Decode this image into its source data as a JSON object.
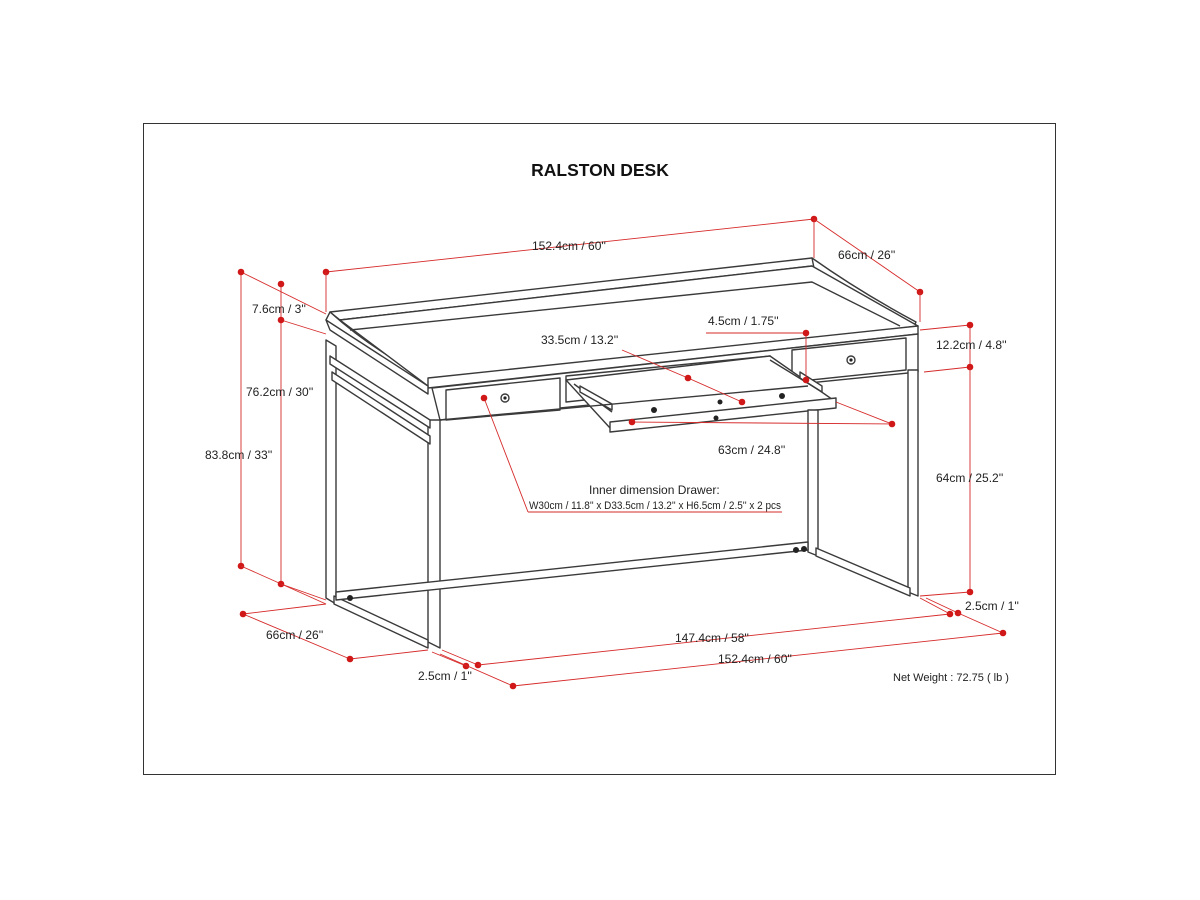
{
  "title": "RALSTON DESK",
  "dimensions": {
    "top_width": "152.4cm / 60''",
    "top_depth": "66cm / 26''",
    "gallery_height": "7.6cm / 3''",
    "drawer_slide_depth": "33.5cm / 13.2''",
    "keyboard_tray_height": "4.5cm / 1.75''",
    "apron_height": "12.2cm / 4.8''",
    "desk_height": "76.2cm / 30''",
    "overall_height": "83.8cm / 33''",
    "tray_width": "63cm / 24.8''",
    "leg_clearance": "64cm / 25.2''",
    "leg_width_right": "2.5cm / 1''",
    "base_depth": "66cm / 26''",
    "inner_width": "147.4cm / 58''",
    "base_width": "152.4cm / 60''",
    "leg_width_left": "2.5cm / 1''"
  },
  "drawer_note": {
    "line1": "Inner dimension Drawer:",
    "line2": "W30cm / 11.8'' x D33.5cm / 13.2'' x H6.5cm / 2.5'' x 2 pcs"
  },
  "net_weight": "Net Weight : 72.75 ( lb )",
  "colors": {
    "dimension_line": "#d62a2a",
    "outline": "#3a3a3a"
  }
}
